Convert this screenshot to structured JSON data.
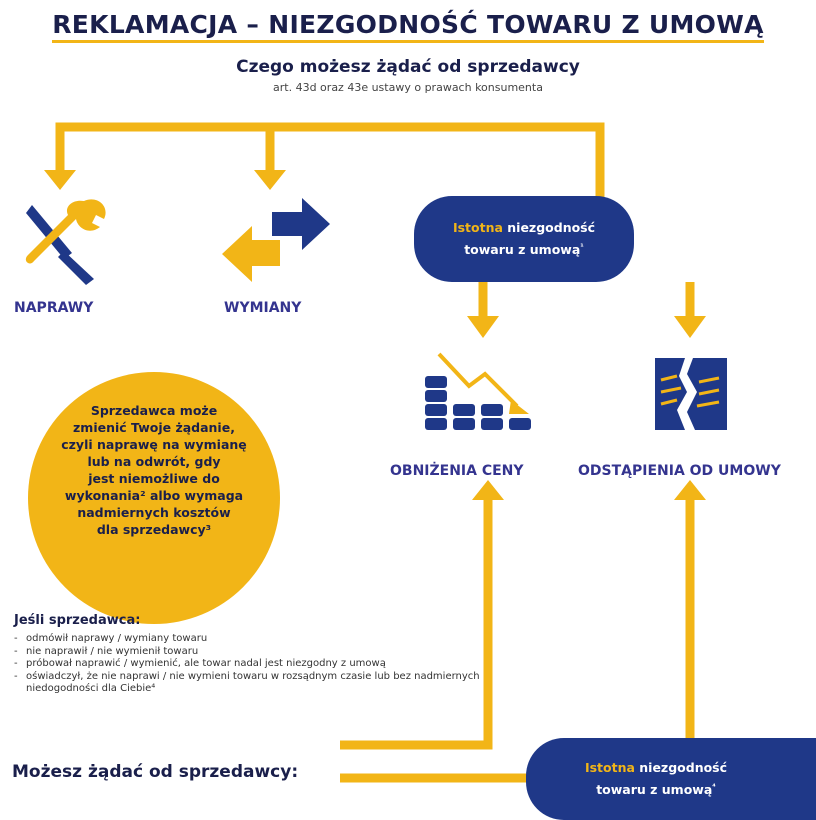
{
  "header": {
    "title": "REKLAMACJA – NIEZGODNOŚĆ TOWARU Z UMOWĄ",
    "subtitle": "Czego możesz żądać od sprzedawcy",
    "legal_ref": "art. 43d oraz 43e ustawy o prawach konsumenta"
  },
  "options": {
    "repair": {
      "label": "NAPRAWY",
      "icon": "wrench-screwdriver-icon"
    },
    "exchange": {
      "label": "WYMIANY",
      "icon": "exchange-arrows-icon"
    },
    "price_reduction": {
      "label": "OBNIŻENIA CENY",
      "icon": "price-drop-chart-icon"
    },
    "withdrawal": {
      "label": "ODSTĄPIENIA OD UMOWY",
      "icon": "torn-contract-icon"
    }
  },
  "material_nonconformity_top": {
    "highlight": "Istotna",
    "rest_line1": " niezgodność",
    "line2": "towaru z umową",
    "footnote": "¹"
  },
  "material_nonconformity_bottom": {
    "highlight": "Istotna",
    "rest_line1": " niezgodność",
    "line2": "towaru z umową",
    "footnote": "⁴"
  },
  "seller_change_note": {
    "line1": "Sprzedawca może",
    "line2": "zmienić Twoje żądanie,",
    "line3": "czyli naprawę na wymianę",
    "line4": "lub na odwrót, gdy",
    "line5": "jest niemożliwe do",
    "line6": "wykonania² albo wymaga",
    "line7": "nadmiernych kosztów",
    "line8": "dla sprzedawcy³"
  },
  "conditions": {
    "title": "Jeśli sprzedawca:",
    "items": [
      "odmówił naprawy / wymiany towaru",
      "nie naprawił / nie wymienił towaru",
      "próbował naprawić / wymienić, ale towar nadal jest niezgodny z umową",
      "oświadczył, że nie naprawi / nie wymieni towaru w rozsądnym czasie lub bez nadmiernych niedogodności dla Ciebie⁴"
    ]
  },
  "demand_label": "Możesz żądać od sprzedawcy:",
  "colors": {
    "yellow": "#f2b517",
    "navy": "#1f3888",
    "heading_blue": "#34348f",
    "dark_text": "#1a1f4b"
  }
}
